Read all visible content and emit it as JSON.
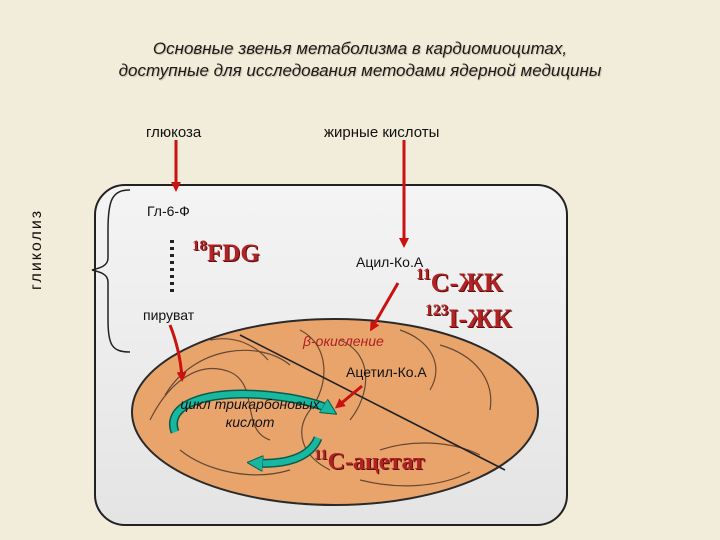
{
  "title": {
    "line1": "Основные звенья метаболизма в кардиомиоцитах,",
    "line2": "доступные для исследования методами ядерной медицины"
  },
  "labels": {
    "glucose": "глюкоза",
    "fatty_acids": "жирные кислоты",
    "g6p": "Гл-6-Ф",
    "glycolysis": "гликолиз",
    "pyruvate": "пируват",
    "acyl_coa": "Ацил-Ко.А",
    "beta_oxidation": "β-окисление",
    "acetyl_coa": "Ацетил-Ко.А",
    "tca_cycle": "цикл трикарбоновых кислот"
  },
  "tracers": {
    "fdg": {
      "isotope": "18",
      "name": "FDG"
    },
    "c_fa": {
      "isotope": "11",
      "name": "C-ЖК"
    },
    "i_fa": {
      "isotope": "123",
      "name": "I-ЖК"
    },
    "c_acetate": {
      "isotope": "11",
      "name": "C-ацетат"
    }
  },
  "colors": {
    "background": "#f2ecdb",
    "cell_fill": "#ebebeb",
    "mito_fill": "#e9a46c",
    "arrow": "#cc1111",
    "cycle_arrow": "#18b8a0",
    "tracer_text": "#b22222"
  }
}
